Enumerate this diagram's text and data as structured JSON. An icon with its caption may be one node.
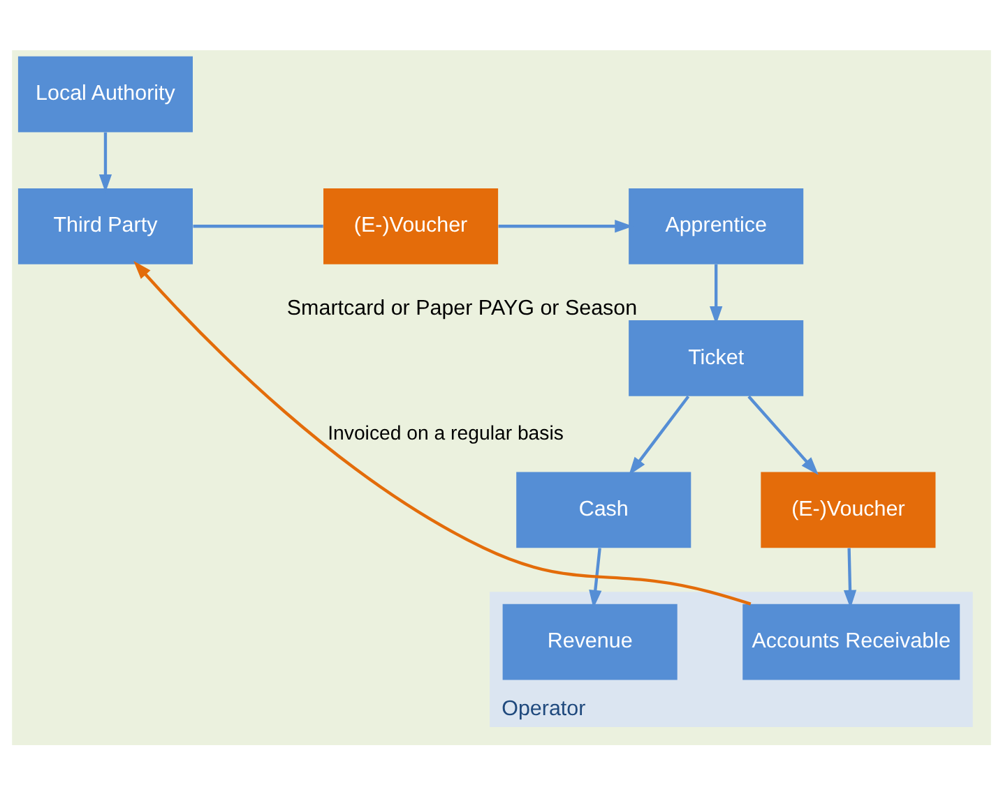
{
  "diagram": {
    "nodes": [
      {
        "text": [
          "Local Authority"
        ]
      },
      {
        "text": [
          "Third Party"
        ]
      },
      {
        "text": [
          "(E-)Voucher"
        ]
      },
      {
        "text": [
          "Apprentice"
        ]
      },
      {
        "text": [
          "Ticket"
        ],
        "beside": [
          "Smartcard or Paper PAYG or Season"
        ]
      },
      {
        "text": [
          "Cash"
        ]
      },
      {
        "text": [
          "(E-)Voucher"
        ]
      },
      {
        "text": [
          "Operator"
        ]
      },
      {
        "text": [
          "Revenue"
        ],
        "in": 7
      },
      {
        "text": [
          "Accounts Receivable"
        ],
        "in": 7
      }
    ],
    "edges": [
      {
        "from": 0,
        "to": 1,
        "arrow": "to"
      },
      {
        "from": 1,
        "to": 2,
        "arrow": "none"
      },
      {
        "from": 2,
        "to": 3,
        "arrow": "to"
      },
      {
        "from": 3,
        "to": 4,
        "arrow": "to"
      },
      {
        "from": 4,
        "to": 5,
        "arrow": "to"
      },
      {
        "from": 4,
        "to": 6,
        "arrow": "to"
      },
      {
        "from": 5,
        "to": 8,
        "arrow": "to"
      },
      {
        "from": 6,
        "to": 9,
        "arrow": "to"
      },
      {
        "from": 9,
        "to": 1,
        "arrow": "to",
        "label": "Invoiced on a regular basis",
        "color": "#e36c0a"
      }
    ]
  }
}
